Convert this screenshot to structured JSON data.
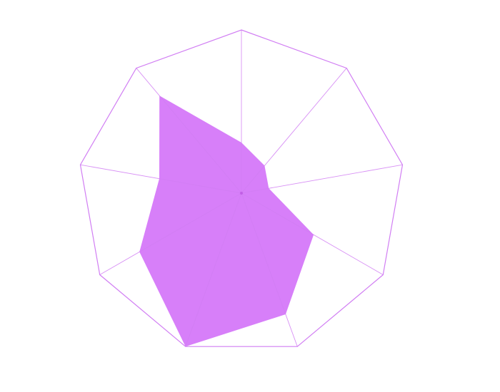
{
  "chart_data": {
    "type": "radar",
    "title": "",
    "axes_count": 9,
    "series": [
      {
        "values": [
          0.31,
          0.22,
          0.17,
          0.51,
          0.79,
          1.0,
          0.72,
          0.51,
          0.78
        ]
      }
    ],
    "r_max": 1.0,
    "gridlines": "outer-polygon-only",
    "legend": "none",
    "colors": {
      "fill": "#d77ff9",
      "grid": "#d17ef3",
      "background": "#ffffff"
    }
  }
}
